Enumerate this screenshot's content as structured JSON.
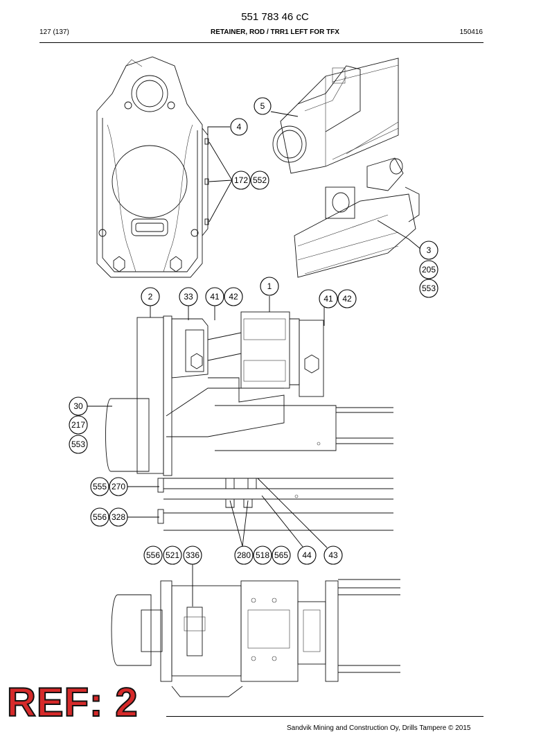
{
  "header": {
    "title": "551 783 46 cC",
    "page": "127 (137)",
    "description": "RETAINER, ROD / TRR1 LEFT FOR TFX",
    "date": "150416"
  },
  "footer": {
    "copyright": "Sandvik Mining and Construction Oy, Drills Tampere © 2015"
  },
  "badge": {
    "text": "REF: 2",
    "color": "#d62a2a"
  },
  "callouts": {
    "c5": "5",
    "c4": "4",
    "c172": "172",
    "c552a": "552",
    "c3": "3",
    "c205": "205",
    "c553a": "553",
    "c1": "1",
    "c2": "2",
    "c33": "33",
    "c41a": "41",
    "c42a": "42",
    "c41b": "41",
    "c42b": "42",
    "c30": "30",
    "c217": "217",
    "c553b": "553",
    "c555": "555",
    "c270": "270",
    "c556a": "556",
    "c328": "328",
    "c556b": "556",
    "c521": "521",
    "c336": "336",
    "c280": "280",
    "c518": "518",
    "c565": "565",
    "c44": "44",
    "c43": "43"
  }
}
